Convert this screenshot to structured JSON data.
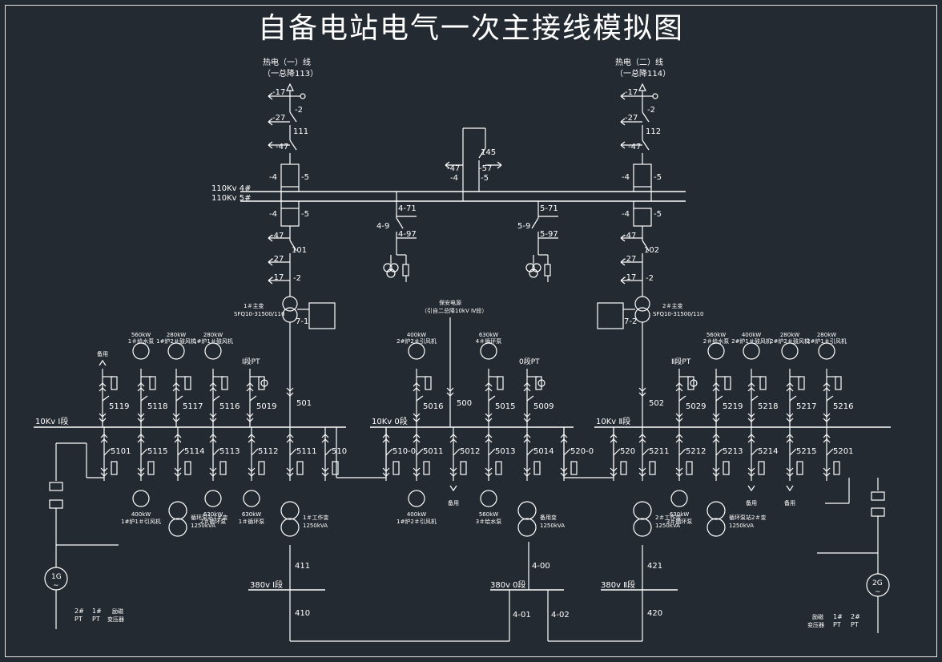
{
  "title": "自备电站电气一次主接线模拟图",
  "feeders": {
    "left_line": "热电（一）线",
    "left_line_sub": "（一总降113）",
    "right_line": "热电（二）线",
    "right_line_sub": "（一总降114）"
  },
  "buses": {
    "hv_4": "110Kv  4#",
    "hv_5": "110Kv  5#",
    "mv_1": "10Kv  Ⅰ段",
    "mv_0": "10Kv 0段",
    "mv_2": "10Kv  Ⅱ段",
    "lv_1": "380v  Ⅰ段",
    "lv_0": "380v  0段",
    "lv_2": "380v  Ⅱ段"
  },
  "hv_labels": {
    "l_17": "-17",
    "l_2": "-2",
    "l_27": "-27",
    "l_111": "111",
    "l_47": "-47",
    "l_4a": "-4",
    "l_5a": "-5",
    "l_4b": "-4",
    "l_5b": "-5",
    "l_47b": "-47",
    "l_101": "101",
    "l_27b": "-27",
    "l_17b": "-17",
    "l_2b": "-2",
    "r_17": "-17",
    "r_2": "-2",
    "r_27": "-27",
    "r_112": "112",
    "r_47": "-47",
    "r_4a": "-4",
    "r_5a": "-5",
    "r_4b": "-4",
    "r_5b": "-5",
    "r_47b": "-47",
    "r_102": "102",
    "r_27b": "-27",
    "r_17b": "-17",
    "r_2b": "-2",
    "c_145": "145",
    "c_47": "-47",
    "c_57": "-57",
    "c_4": "-4",
    "c_5": "-5",
    "pt4_71": "4-71",
    "pt4_9": "4-9",
    "pt4_97": "4-97",
    "pt5_71": "5-71",
    "pt5_9": "5-9",
    "pt5_97": "5-97"
  },
  "transformers": {
    "t1_name": "1＃主变",
    "t1_model": "SFQ10-31500/110",
    "t1_sw": "7-1",
    "t2_name": "2＃主变",
    "t2_model": "SFQ10-31500/110",
    "t2_sw": "7-2",
    "security_power": "保安电源",
    "security_power_sub": "（引自二总降10kV Ⅳ段）"
  },
  "upper_loads": [
    {
      "sw": "5119",
      "label": "备用",
      "note": ""
    },
    {
      "sw": "5118",
      "label": "1＃给水泵",
      "note": "560kW"
    },
    {
      "sw": "5117",
      "label": "1#炉2＃鼓风机",
      "note": "280kW"
    },
    {
      "sw": "5116",
      "label": "1#炉1＃鼓风机",
      "note": "280kW"
    },
    {
      "sw": "5019",
      "label": "Ⅰ段PT",
      "note": ""
    },
    {
      "sw": "501",
      "label": "",
      "note": ""
    },
    {
      "sw": "5016",
      "label": "2#炉2＃引风机",
      "note": "400kW"
    },
    {
      "sw": "500",
      "label": "",
      "note": ""
    },
    {
      "sw": "5015",
      "label": "4＃循环泵",
      "note": "630kW"
    },
    {
      "sw": "5009",
      "label": "0段PT",
      "note": ""
    },
    {
      "sw": "502",
      "label": "",
      "note": ""
    },
    {
      "sw": "5029",
      "label": "Ⅱ段PT",
      "note": ""
    },
    {
      "sw": "5219",
      "label": "2＃给水泵",
      "note": "560kW"
    },
    {
      "sw": "5218",
      "label": "2#炉1＃鼓风机",
      "note": "400kW"
    },
    {
      "sw": "5217",
      "label": "2#炉2＃鼓风机",
      "note": "280kW"
    },
    {
      "sw": "5216",
      "label": "2#炉1＃引风机",
      "note": "280kW"
    }
  ],
  "lower_loads": [
    {
      "sw": "5101",
      "label": "",
      "note": ""
    },
    {
      "sw": "5115",
      "label": "1#炉1＃引风机",
      "note": "400kW"
    },
    {
      "sw": "5114",
      "label": "循环泵站1＃变",
      "note": "1250kVA"
    },
    {
      "sw": "5113",
      "label": "2＃循环泵",
      "note": "630kW"
    },
    {
      "sw": "5112",
      "label": "1＃循环泵",
      "note": "630kW"
    },
    {
      "sw": "5111",
      "label": "1＃工作变",
      "note": "1250kVA"
    },
    {
      "sw": "510",
      "label": "",
      "note": ""
    },
    {
      "sw": "510-0",
      "label": "",
      "note": ""
    },
    {
      "sw": "5011",
      "label": "1#炉2＃引风机",
      "note": "400kW"
    },
    {
      "sw": "5012",
      "label": "备用",
      "note": ""
    },
    {
      "sw": "5013",
      "label": "3＃给水泵",
      "note": "560kW"
    },
    {
      "sw": "5014",
      "label": "备用变",
      "note": "1250kVA"
    },
    {
      "sw": "520-0",
      "label": "",
      "note": ""
    },
    {
      "sw": "520",
      "label": "",
      "note": ""
    },
    {
      "sw": "5211",
      "label": "2＃工作变",
      "note": "1250kVA"
    },
    {
      "sw": "5212",
      "label": "3＃循环泵",
      "note": "630kW"
    },
    {
      "sw": "5213",
      "label": "循环泵站2＃变",
      "note": "1250kVA"
    },
    {
      "sw": "5214",
      "label": "备用",
      "note": ""
    },
    {
      "sw": "5215",
      "label": "备用",
      "note": ""
    },
    {
      "sw": "5201",
      "label": "",
      "note": ""
    }
  ],
  "lv_switches": {
    "s411": "411",
    "s410": "410",
    "s4_00": "4-00",
    "s4_01": "4-01",
    "s4_02": "4-02",
    "s421": "421",
    "s420": "420"
  },
  "generators": {
    "g1": "1G",
    "g2": "2G",
    "tilde": "~",
    "pt2": "2#",
    "pt1": "1#",
    "pt_word": "PT",
    "exc": "励磁",
    "exc2": "变压器"
  }
}
